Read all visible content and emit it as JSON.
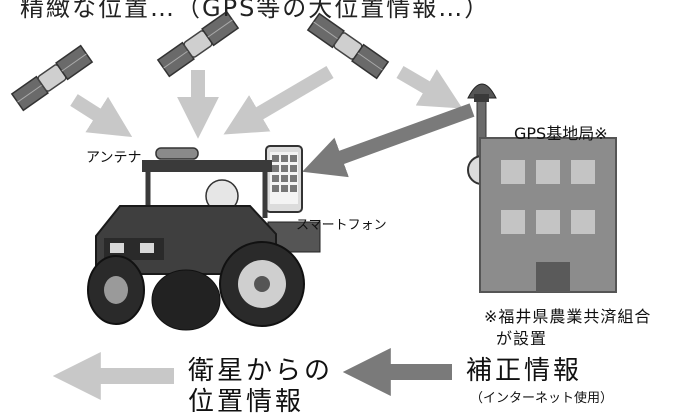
{
  "title_partial": "精緻な位置…（GPS等の大位置情報…）",
  "labels": {
    "antenna": "アンテナ",
    "gps_base_station": "GPS基地局※",
    "smartphone": "スマートフォン",
    "note_line1": "※福井県農業共済組合",
    "note_line2": "が設置",
    "satellite_line1": "衛星からの",
    "satellite_line2": "位置情報",
    "correction_line1": "補正情報",
    "correction_line2": "（インターネット使用）"
  },
  "colors": {
    "satellite_arrow": "#c8c8c8",
    "correction_arrow": "#7a7a7a",
    "building": "#8c8c8c",
    "tractor": "#3a3a3a"
  }
}
